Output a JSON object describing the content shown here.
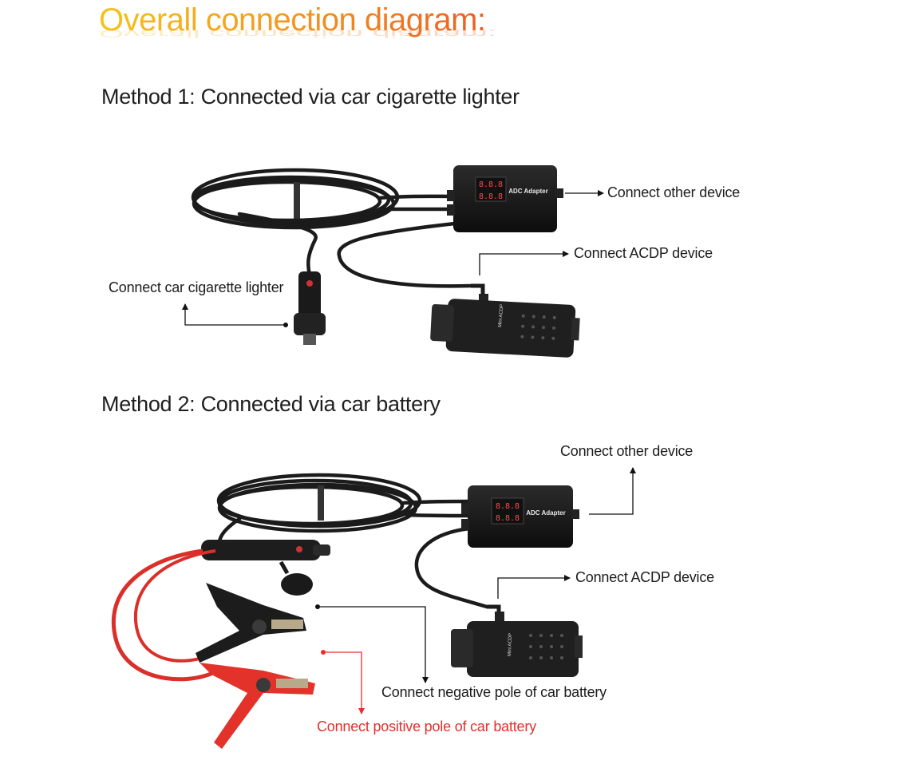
{
  "header": {
    "title": "Overall connection diagram:"
  },
  "method1": {
    "heading": "Method 1: Connected via car cigarette lighter",
    "labels": {
      "other_device": "Connect other device",
      "acdp_device": "Connect ACDP device",
      "cigarette_lighter": "Connect car cigarette lighter"
    }
  },
  "method2": {
    "heading": "Method 2: Connected via car battery",
    "labels": {
      "other_device": "Connect other device",
      "acdp_device": "Connect ACDP device",
      "negative_pole": "Connect negative pole of car battery",
      "positive_pole": "Connect positive pole of car battery"
    }
  },
  "device_text": {
    "adapter_label": "ADC Adapter",
    "adapter_display": "8.8.8",
    "acdp_brand": "Mini ACDP"
  },
  "colors": {
    "title_start": "#f6c21a",
    "title_end": "#ec5b23",
    "positive": "#e2302b",
    "cable": "#1b1b1b",
    "display": "#ff3b3b"
  }
}
